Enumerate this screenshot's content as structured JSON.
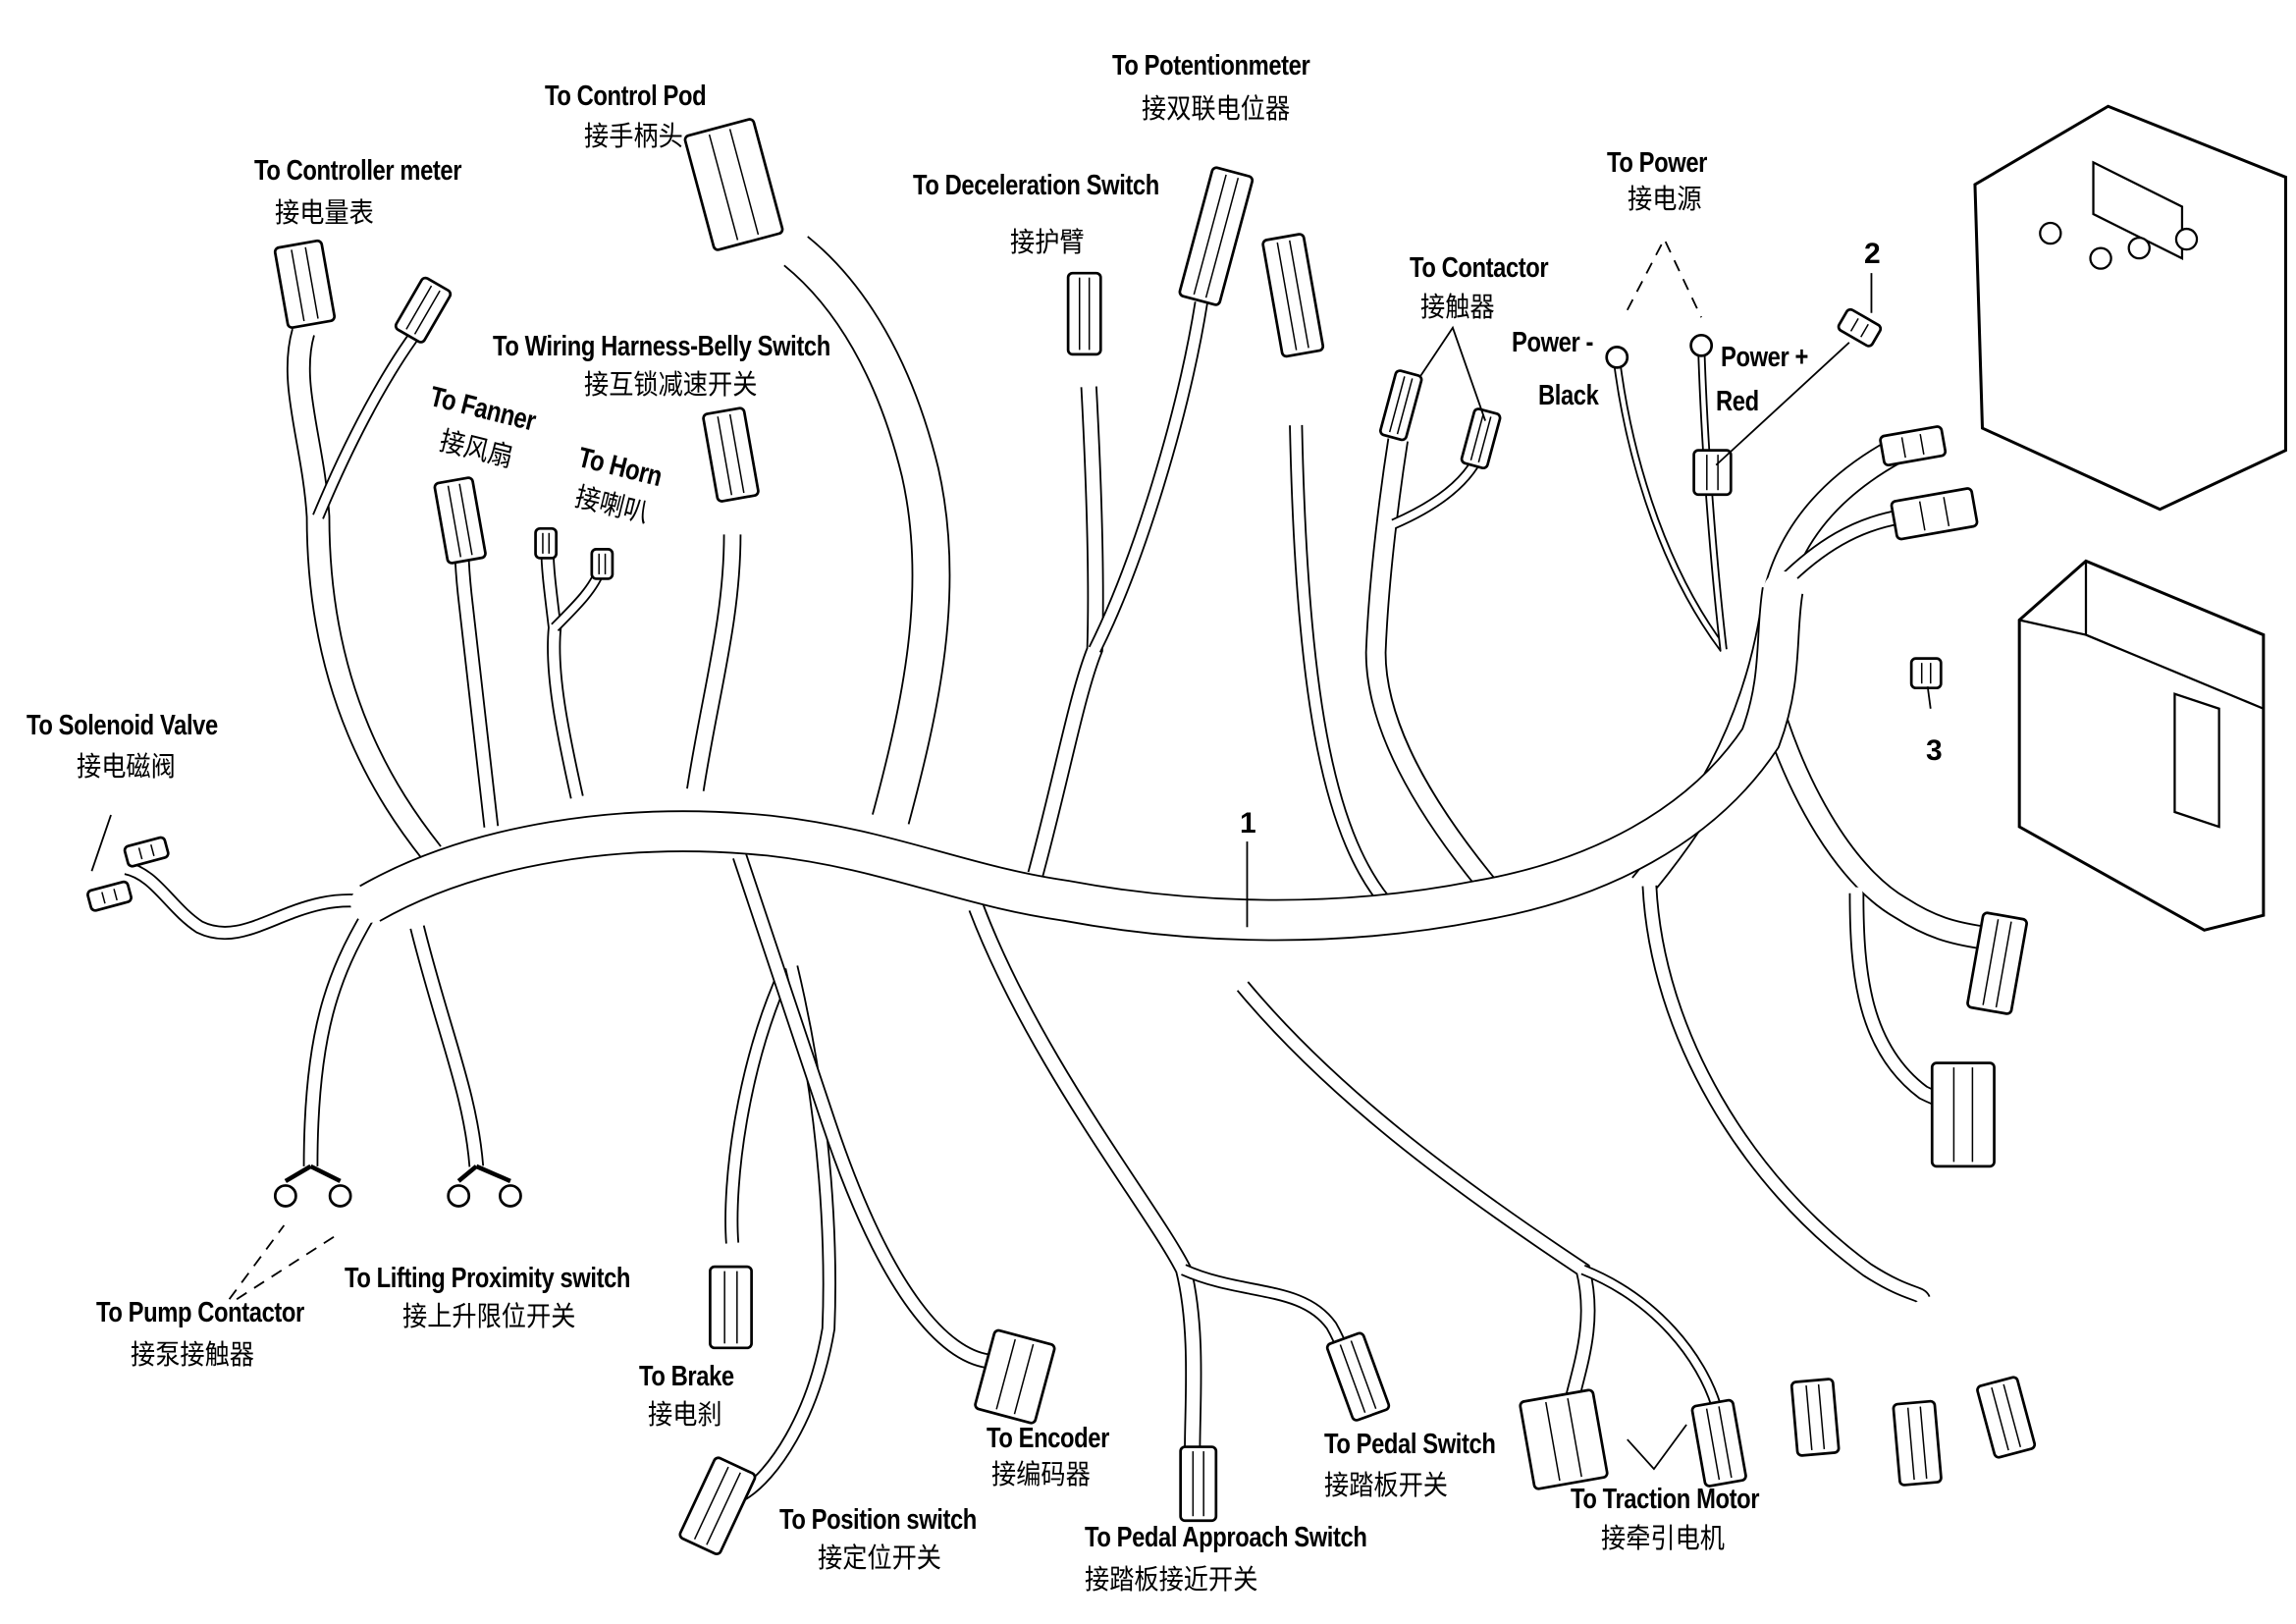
{
  "labels": {
    "controller_meter": {
      "en": "To Controller meter",
      "zh": "接电量表"
    },
    "control_pod": {
      "en": "To  Control Pod",
      "zh": "接手柄头"
    },
    "potentiometer": {
      "en": "To Potentionmeter",
      "zh": "接双联电位器"
    },
    "deceleration_switch": {
      "en": "To Deceleration Switch",
      "zh": "接护臂"
    },
    "power": {
      "en": "To Power",
      "zh": "接电源"
    },
    "contactor": {
      "en": "To Contactor",
      "zh": "接触器"
    },
    "power_minus": {
      "en": "Power -",
      "color": "Black"
    },
    "power_plus": {
      "en": "Power +",
      "color": "Red"
    },
    "belly_switch": {
      "en": "To  Wiring Harness-Belly Switch",
      "zh": "接互锁减速开关"
    },
    "fanner": {
      "en": "To  Fanner",
      "zh": "接风扇"
    },
    "horn": {
      "en": "To Horn",
      "zh": "接喇叭"
    },
    "solenoid_valve": {
      "en": "To Solenoid Valve",
      "zh": "接电磁阀"
    },
    "pump_contactor": {
      "en": "To Pump Contactor",
      "zh": "接泵接触器"
    },
    "lifting_proximity": {
      "en": "To  Lifting Proximity switch",
      "zh": "接上升限位开关"
    },
    "brake": {
      "en": "To  Brake",
      "zh": "接电刹"
    },
    "encoder": {
      "en": "To Encoder",
      "zh": "接编码器"
    },
    "position_switch": {
      "en": "To Position switch",
      "zh": "接定位开关"
    },
    "pedal_approach": {
      "en": "To Pedal Approach Switch",
      "zh": "接踏板接近开关"
    },
    "pedal_switch": {
      "en": "To Pedal Switch",
      "zh": "接踏板开关"
    },
    "traction_motor": {
      "en": "To Traction Motor",
      "zh": "接牵引电机"
    }
  },
  "callouts": {
    "harness": "1",
    "fuse": "2",
    "fuse_holder": "3"
  }
}
